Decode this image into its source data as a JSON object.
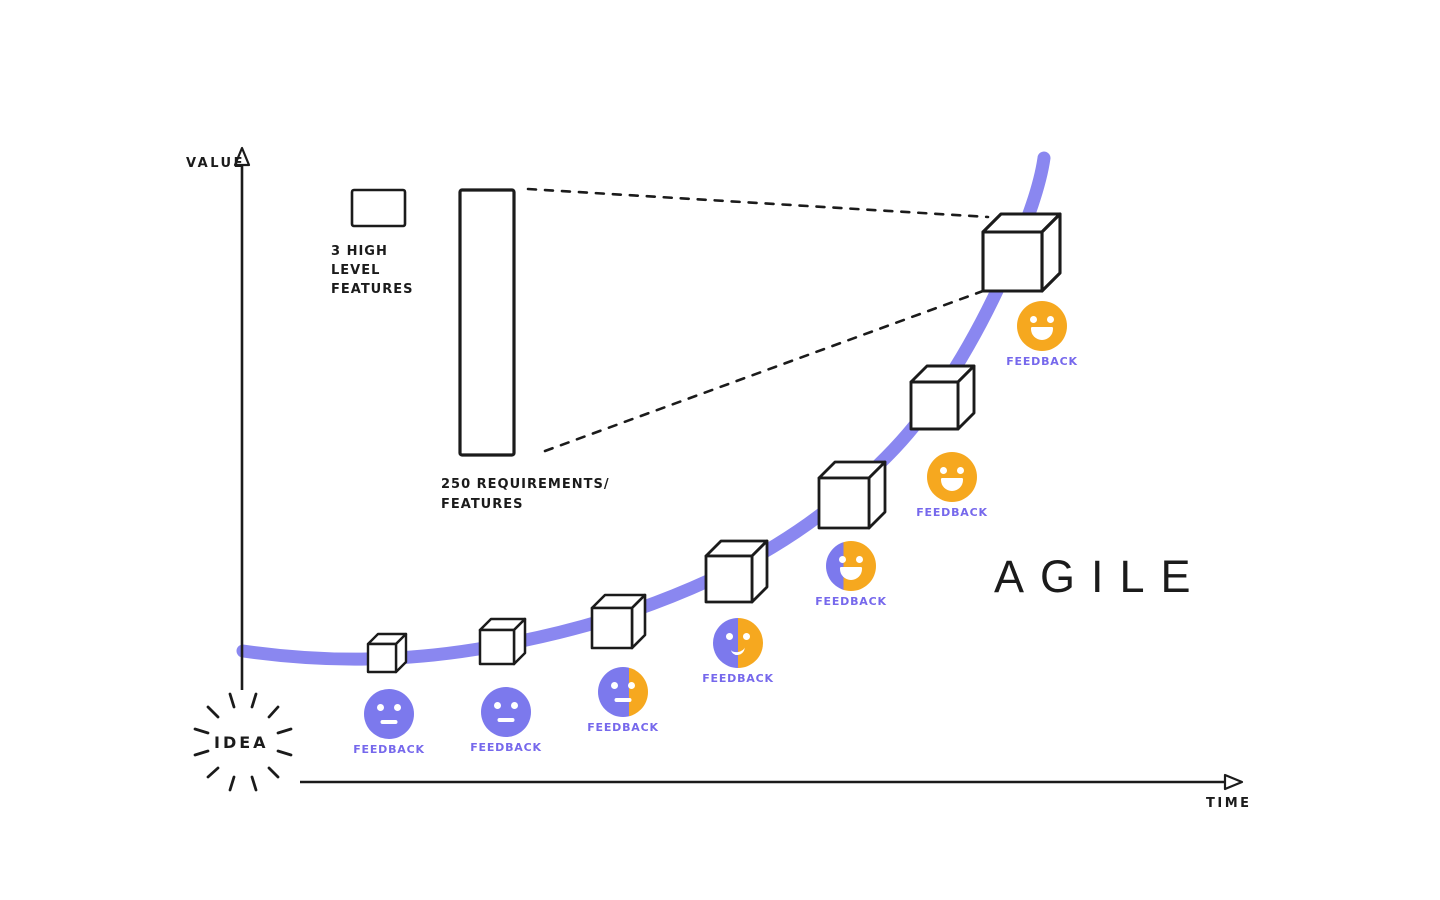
{
  "palette": {
    "ink": "#1b1b1b",
    "curve_purple": "#8a87f0",
    "face_purple": "#7c79ed",
    "face_orange": "#f6a81f",
    "feedback_text_purple": "#7668ec",
    "background": "#ffffff"
  },
  "axes": {
    "y_label": "VALUE",
    "x_label": "TIME"
  },
  "idea_burst": {
    "label": "IDEA"
  },
  "method": {
    "label": "AGILE"
  },
  "comparison": {
    "small_box_caption_lines": [
      "3 HIGH",
      "LEVEL",
      "FEATURES"
    ],
    "tall_box_caption_lines": [
      "250 REQUIREMENTS/",
      "FEATURES"
    ]
  },
  "increment_cubes": {
    "count": 7,
    "shape": "cube",
    "growth": "increasing size along curve"
  },
  "feedback_items": [
    {
      "label": "FEEDBACK",
      "face_fill": "purple",
      "mood": "neutral"
    },
    {
      "label": "FEEDBACK",
      "face_fill": "purple",
      "mood": "neutral"
    },
    {
      "label": "FEEDBACK",
      "face_fill": "purple-60-orange-40",
      "mood": "neutral"
    },
    {
      "label": "FEEDBACK",
      "face_fill": "purple-50-orange-50",
      "mood": "smirk"
    },
    {
      "label": "FEEDBACK",
      "face_fill": "purple-35-orange-65",
      "mood": "smile"
    },
    {
      "label": "FEEDBACK",
      "face_fill": "orange",
      "mood": "smile"
    },
    {
      "label": "FEEDBACK",
      "face_fill": "orange",
      "mood": "smile"
    }
  ]
}
